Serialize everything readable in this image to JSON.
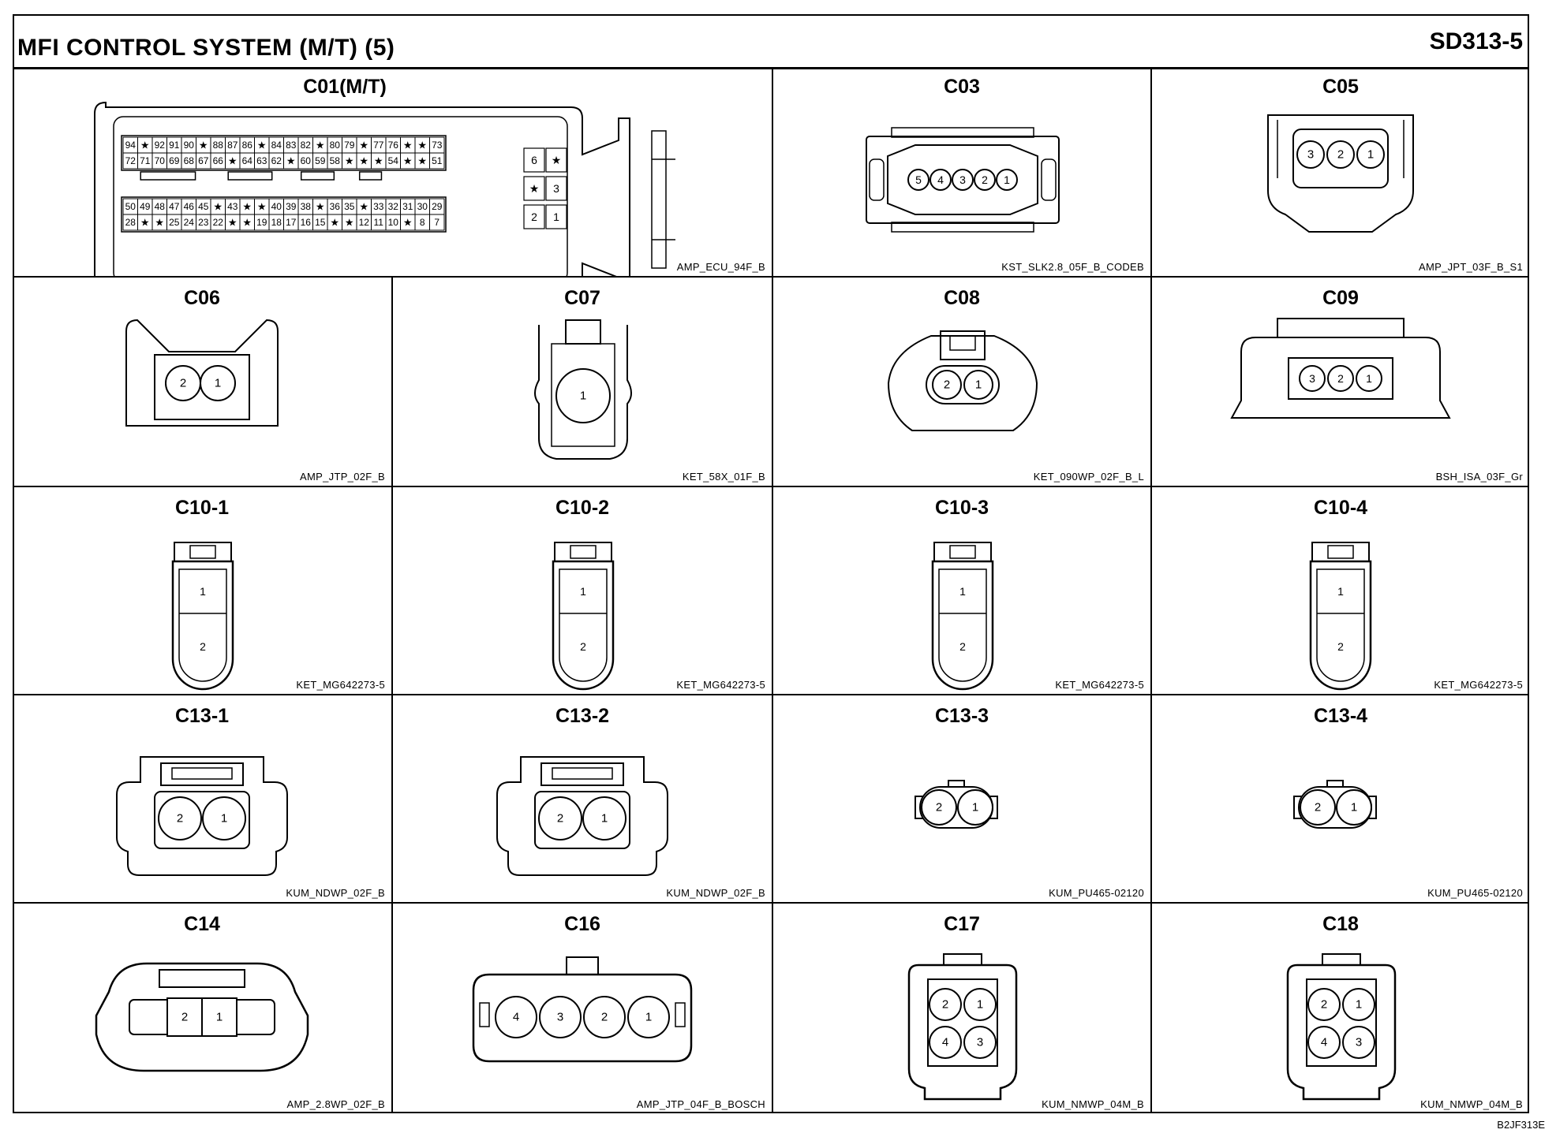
{
  "header": {
    "title": "MFI CONTROL SYSTEM (M/T) (5)",
    "code": "SD313-5"
  },
  "connectors": [
    {
      "id": "C01(M/T)",
      "part": "AMP_ECU_94F_B",
      "type": "ecu",
      "upper_rows": [
        [
          "94",
          "★",
          "92",
          "91",
          "90",
          "★",
          "88",
          "87",
          "86",
          "★",
          "84",
          "83",
          "82",
          "★",
          "80",
          "79",
          "★",
          "77",
          "76",
          "★",
          "★",
          "73"
        ],
        [
          "72",
          "71",
          "70",
          "69",
          "68",
          "67",
          "66",
          "★",
          "64",
          "63",
          "62",
          "★",
          "60",
          "59",
          "58",
          "★",
          "★",
          "★",
          "54",
          "★",
          "★",
          "51"
        ]
      ],
      "lower_rows": [
        [
          "50",
          "49",
          "48",
          "47",
          "46",
          "45",
          "★",
          "43",
          "★",
          "★",
          "40",
          "39",
          "38",
          "★",
          "36",
          "35",
          "★",
          "33",
          "32",
          "31",
          "30",
          "29"
        ],
        [
          "28",
          "★",
          "★",
          "25",
          "24",
          "23",
          "22",
          "★",
          "★",
          "19",
          "18",
          "17",
          "16",
          "15",
          "★",
          "★",
          "12",
          "11",
          "10",
          "★",
          "8",
          "7"
        ]
      ],
      "side_grid": [
        [
          "6",
          "★"
        ],
        [
          "★",
          "3"
        ],
        [
          "2",
          "1"
        ]
      ]
    },
    {
      "id": "C03",
      "part": "KST_SLK2.8_05F_B_CODEB",
      "type": "pentagon",
      "pins": [
        "5",
        "4",
        "3",
        "2",
        "1"
      ]
    },
    {
      "id": "C05",
      "part": "AMP_JPT_03F_B_S1",
      "type": "jpt3",
      "pins": [
        "3",
        "2",
        "1"
      ]
    },
    {
      "id": "C06",
      "part": "AMP_JTP_02F_B",
      "type": "jtp2",
      "pins": [
        "2",
        "1"
      ]
    },
    {
      "id": "C07",
      "part": "KET_58X_01F_B",
      "type": "single",
      "pins": [
        "1"
      ]
    },
    {
      "id": "C08",
      "part": "KET_090WP_02F_B_L",
      "type": "round2",
      "pins": [
        "2",
        "1"
      ]
    },
    {
      "id": "C09",
      "part": "BSH_ISA_03F_Gr",
      "type": "isa3",
      "pins": [
        "3",
        "2",
        "1"
      ]
    },
    {
      "id": "C10-1",
      "part": "KET_MG642273-5",
      "type": "capsule",
      "pins": [
        "1",
        "2"
      ]
    },
    {
      "id": "C10-2",
      "part": "KET_MG642273-5",
      "type": "capsule",
      "pins": [
        "1",
        "2"
      ]
    },
    {
      "id": "C10-3",
      "part": "KET_MG642273-5",
      "type": "capsule",
      "pins": [
        "1",
        "2"
      ]
    },
    {
      "id": "C10-4",
      "part": "KET_MG642273-5",
      "type": "capsule",
      "pins": [
        "1",
        "2"
      ]
    },
    {
      "id": "C13-1",
      "part": "KUM_NDWP_02F_B",
      "type": "ndwp2",
      "pins": [
        "2",
        "1"
      ]
    },
    {
      "id": "C13-2",
      "part": "KUM_NDWP_02F_B",
      "type": "ndwp2",
      "pins": [
        "2",
        "1"
      ]
    },
    {
      "id": "C13-3",
      "part": "KUM_PU465-02120",
      "type": "pu2",
      "pins": [
        "2",
        "1"
      ]
    },
    {
      "id": "C13-4",
      "part": "KUM_PU465-02120",
      "type": "pu2",
      "pins": [
        "2",
        "1"
      ]
    },
    {
      "id": "C14",
      "part": "AMP_2.8WP_02F_B",
      "type": "wp2",
      "pins": [
        "2",
        "1"
      ]
    },
    {
      "id": "C16",
      "part": "AMP_JTP_04F_B_BOSCH",
      "type": "jtp4",
      "pins": [
        "4",
        "3",
        "2",
        "1"
      ]
    },
    {
      "id": "C17",
      "part": "KUM_NMWP_04M_B",
      "type": "nmwp4",
      "pins": [
        "2",
        "1",
        "4",
        "3"
      ]
    },
    {
      "id": "C18",
      "part": "KUM_NMWP_04M_B",
      "type": "nmwp4",
      "pins": [
        "2",
        "1",
        "4",
        "3"
      ]
    }
  ],
  "footer": {
    "ref": "B2JF313E"
  }
}
